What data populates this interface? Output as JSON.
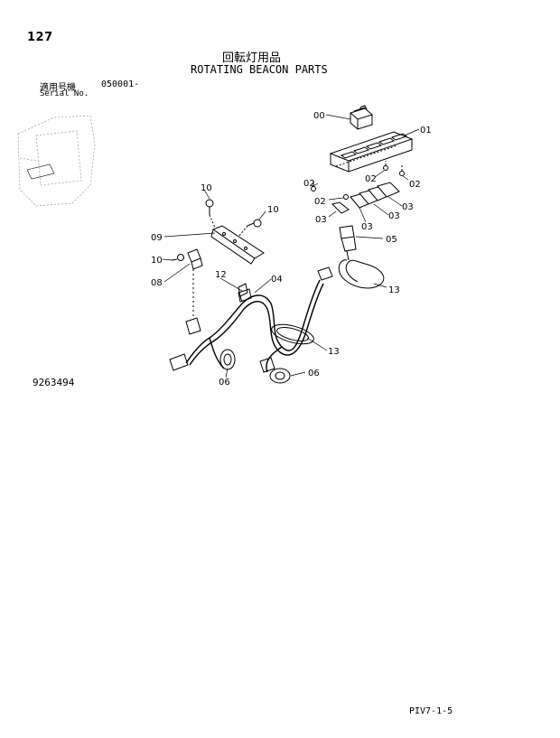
{
  "header": {
    "page_number": "127",
    "title_jp": "回転灯用品",
    "title_en": "ROTATING BEACON PARTS"
  },
  "serial": {
    "label_jp": "適用号機",
    "value": "050001-",
    "label_en": "Serial No."
  },
  "drawing_number": "9263494",
  "page_code": "PIV7-1-5",
  "callouts": {
    "c00": "00",
    "c01": "01",
    "c02a": "02",
    "c02b": "02",
    "c02c": "02",
    "c02d": "02",
    "c03a": "03",
    "c03b": "03",
    "c03c": "03",
    "c03d": "03",
    "c04": "04",
    "c05": "05",
    "c06a": "06",
    "c06b": "06",
    "c08": "08",
    "c09": "09",
    "c10a": "10",
    "c10b": "10",
    "c10c": "10",
    "c12": "12",
    "c13a": "13",
    "c13b": "13"
  }
}
